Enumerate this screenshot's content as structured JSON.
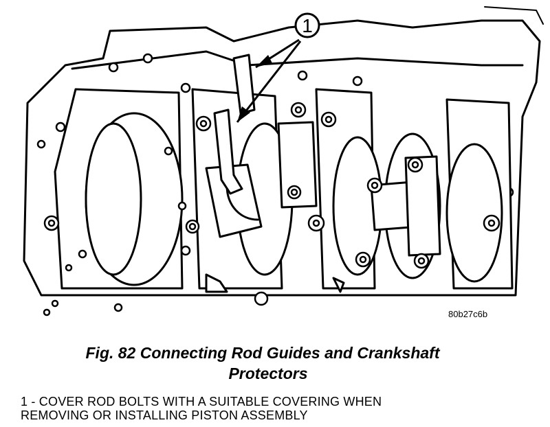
{
  "figure": {
    "callout_number": "1",
    "image_id": "80b27c6b",
    "caption_line1": "Fig. 82 Connecting Rod Guides and Crankshaft",
    "caption_line2": "Protectors"
  },
  "legend": {
    "line1": "1 - COVER ROD BOLTS WITH A SUITABLE COVERING WHEN",
    "line2": "REMOVING OR INSTALLING PISTON ASSEMBLY"
  }
}
